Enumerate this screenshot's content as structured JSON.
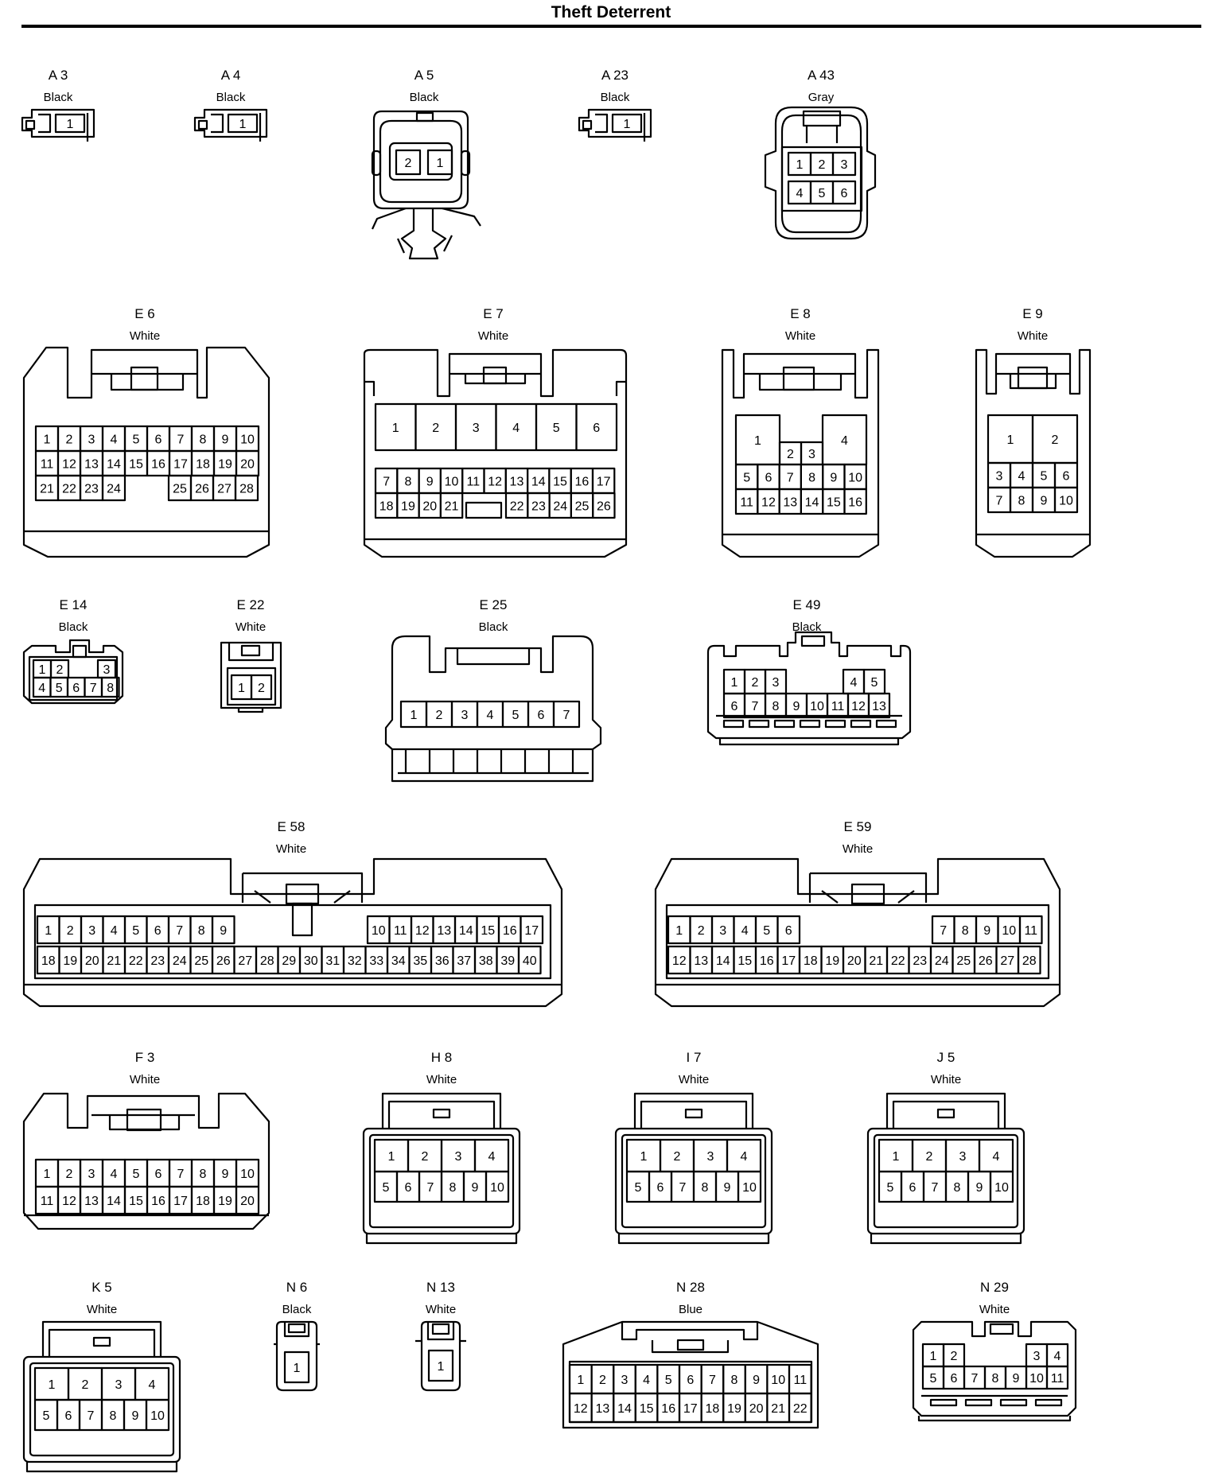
{
  "page": {
    "title": "Theft Deterrent"
  },
  "connectors": [
    {
      "id": "A 3",
      "color": "Black",
      "pins": [
        "1"
      ]
    },
    {
      "id": "A 4",
      "color": "Black",
      "pins": [
        "1"
      ]
    },
    {
      "id": "A 5",
      "color": "Black",
      "pins": [
        "2",
        "1"
      ]
    },
    {
      "id": "A 23",
      "color": "Black",
      "pins": [
        "1"
      ]
    },
    {
      "id": "A 43",
      "color": "Gray",
      "pins": [
        "1",
        "2",
        "3",
        "4",
        "5",
        "6"
      ]
    },
    {
      "id": "E 6",
      "color": "White",
      "pins": [
        "1",
        "2",
        "3",
        "4",
        "5",
        "6",
        "7",
        "8",
        "9",
        "10",
        "11",
        "12",
        "13",
        "14",
        "15",
        "16",
        "17",
        "18",
        "19",
        "20",
        "21",
        "22",
        "23",
        "24",
        "25",
        "26",
        "27",
        "28"
      ]
    },
    {
      "id": "E 7",
      "color": "White",
      "pins": [
        "1",
        "2",
        "3",
        "4",
        "5",
        "6",
        "7",
        "8",
        "9",
        "10",
        "11",
        "12",
        "13",
        "14",
        "15",
        "16",
        "17",
        "18",
        "19",
        "20",
        "21",
        "22",
        "23",
        "24",
        "25",
        "26"
      ]
    },
    {
      "id": "E 8",
      "color": "White",
      "pins": [
        "1",
        "2",
        "3",
        "4",
        "5",
        "6",
        "7",
        "8",
        "9",
        "10",
        "11",
        "12",
        "13",
        "14",
        "15",
        "16"
      ]
    },
    {
      "id": "E 9",
      "color": "White",
      "pins": [
        "1",
        "2",
        "3",
        "4",
        "5",
        "6",
        "7",
        "8",
        "9",
        "10"
      ]
    },
    {
      "id": "E 14",
      "color": "Black",
      "pins": [
        "1",
        "2",
        "3",
        "4",
        "5",
        "6",
        "7",
        "8"
      ]
    },
    {
      "id": "E 22",
      "color": "White",
      "pins": [
        "1",
        "2"
      ]
    },
    {
      "id": "E 25",
      "color": "Black",
      "pins": [
        "1",
        "2",
        "3",
        "4",
        "5",
        "6",
        "7"
      ]
    },
    {
      "id": "E 49",
      "color": "Black",
      "pins": [
        "1",
        "2",
        "3",
        "4",
        "5",
        "6",
        "7",
        "8",
        "9",
        "10",
        "11",
        "12",
        "13"
      ]
    },
    {
      "id": "E 58",
      "color": "White",
      "pins": [
        "1",
        "2",
        "3",
        "4",
        "5",
        "6",
        "7",
        "8",
        "9",
        "10",
        "11",
        "12",
        "13",
        "14",
        "15",
        "16",
        "17",
        "18",
        "19",
        "20",
        "21",
        "22",
        "23",
        "24",
        "25",
        "26",
        "27",
        "28",
        "29",
        "30",
        "31",
        "32",
        "33",
        "34",
        "35",
        "36",
        "37",
        "38",
        "39",
        "40"
      ]
    },
    {
      "id": "E 59",
      "color": "White",
      "pins": [
        "1",
        "2",
        "3",
        "4",
        "5",
        "6",
        "7",
        "8",
        "9",
        "10",
        "11",
        "12",
        "13",
        "14",
        "15",
        "16",
        "17",
        "18",
        "19",
        "20",
        "21",
        "22",
        "23",
        "24",
        "25",
        "26",
        "27",
        "28"
      ]
    },
    {
      "id": "F 3",
      "color": "White",
      "pins": [
        "1",
        "2",
        "3",
        "4",
        "5",
        "6",
        "7",
        "8",
        "9",
        "10",
        "11",
        "12",
        "13",
        "14",
        "15",
        "16",
        "17",
        "18",
        "19",
        "20"
      ]
    },
    {
      "id": "H 8",
      "color": "White",
      "pins": [
        "1",
        "2",
        "3",
        "4",
        "5",
        "6",
        "7",
        "8",
        "9",
        "10"
      ]
    },
    {
      "id": "I 7",
      "color": "White",
      "pins": [
        "1",
        "2",
        "3",
        "4",
        "5",
        "6",
        "7",
        "8",
        "9",
        "10"
      ]
    },
    {
      "id": "J 5",
      "color": "White",
      "pins": [
        "1",
        "2",
        "3",
        "4",
        "5",
        "6",
        "7",
        "8",
        "9",
        "10"
      ]
    },
    {
      "id": "K 5",
      "color": "White",
      "pins": [
        "1",
        "2",
        "3",
        "4",
        "5",
        "6",
        "7",
        "8",
        "9",
        "10"
      ]
    },
    {
      "id": "N 6",
      "color": "Black",
      "pins": [
        "1"
      ]
    },
    {
      "id": "N 13",
      "color": "White",
      "pins": [
        "1"
      ]
    },
    {
      "id": "N 28",
      "color": "Blue",
      "pins": [
        "1",
        "2",
        "3",
        "4",
        "5",
        "6",
        "7",
        "8",
        "9",
        "10",
        "11",
        "12",
        "13",
        "14",
        "15",
        "16",
        "17",
        "18",
        "19",
        "20",
        "21",
        "22"
      ]
    },
    {
      "id": "N 29",
      "color": "White",
      "pins": [
        "1",
        "2",
        "3",
        "4",
        "5",
        "6",
        "7",
        "8",
        "9",
        "10",
        "11"
      ]
    }
  ]
}
